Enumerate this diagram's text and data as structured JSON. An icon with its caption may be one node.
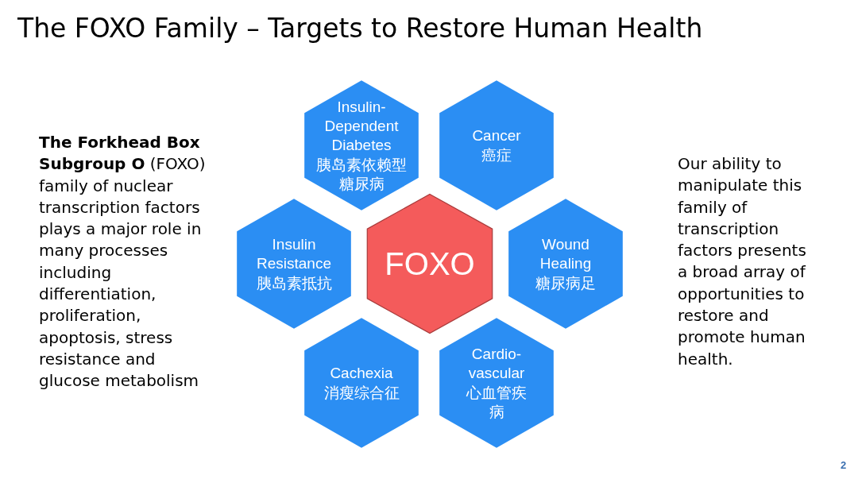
{
  "diagram": {
    "title": "The FOXO Family – Targets to Restore Human Health",
    "nodes": [
      {
        "text": [
          "Insulin-Dependent Diabetes",
          "胰岛素依赖型糖尿病"
        ]
      },
      {
        "text": [
          "Cancer",
          "癌症"
        ]
      },
      {
        "text": [
          "Insulin Resistance",
          "胰岛素抵抗"
        ]
      },
      {
        "text": [
          "FOXO"
        ]
      },
      {
        "text": [
          "Wound Healing",
          "糖尿病足"
        ]
      },
      {
        "text": [
          "Cachexia",
          "消瘦综合征"
        ]
      },
      {
        "text": [
          "Cardio-vascular",
          "心血管疾病"
        ]
      }
    ],
    "labels": [
      "**The Forkhead Box Subgroup O** (FOXO) family of nuclear transcription factors plays a major role in many processes including differentiation, proliferation, apoptosis, stress resistance and glucose metabolism",
      "Our ability to manipulate this family of transcription factors presents a broad array of opportunities to restore and promote human health.",
      "2"
    ]
  }
}
